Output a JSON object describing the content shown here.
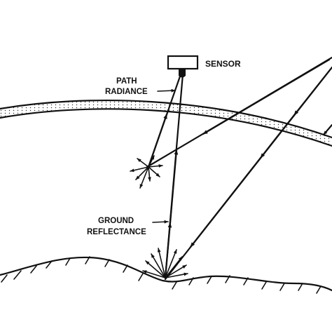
{
  "labels": {
    "sensor": "SENSOR",
    "path_radiance_line1": "PATH",
    "path_radiance_line2": "RADIANCE",
    "ground_reflectance_line1": "GROUND",
    "ground_reflectance_line2": "REFLECTANCE"
  },
  "colors": {
    "ink": "#111111",
    "background": "#ffffff"
  }
}
